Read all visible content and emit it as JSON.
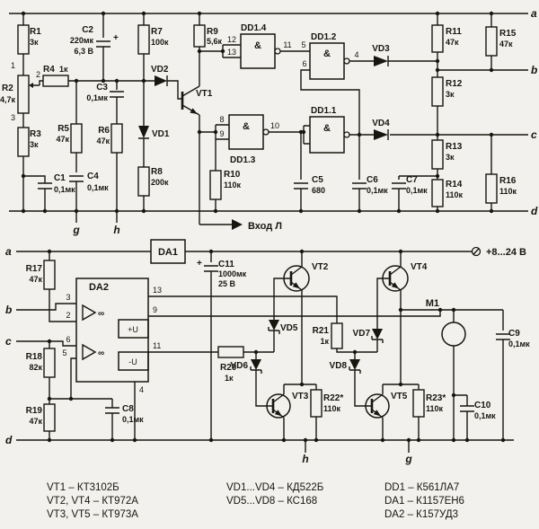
{
  "net_labels": {
    "a": "a",
    "b": "b",
    "c": "c",
    "d": "d",
    "g": "g",
    "h": "h"
  },
  "power_supply": "+8...24 В",
  "input_label": "Вход Л",
  "pin_numbers": {
    "n1": "1",
    "n2": "2",
    "n3": "3",
    "p4": "4",
    "p5": "5",
    "p6": "6",
    "p8": "8",
    "p9": "9",
    "p10": "10",
    "p11": "11",
    "p12": "12",
    "p13": "13"
  },
  "symbols": {
    "and_gate": "&",
    "opamp_gain": "∞",
    "plus": "+",
    "plus_u": "+U",
    "minus_u": "-U"
  },
  "comp": {
    "R1": {
      "ref": "R1",
      "val": "3к"
    },
    "R2": {
      "ref": "R2",
      "val": "4,7к"
    },
    "R3": {
      "ref": "R3",
      "val": "3к"
    },
    "R4": {
      "ref": "R4",
      "val": "1к"
    },
    "R5": {
      "ref": "R5",
      "val": "47к"
    },
    "R6": {
      "ref": "R6",
      "val": "47к"
    },
    "R7": {
      "ref": "R7",
      "val": "100к"
    },
    "R8": {
      "ref": "R8",
      "val": "200к"
    },
    "R9": {
      "ref": "R9",
      "val": "5,6к"
    },
    "R10": {
      "ref": "R10",
      "val": "110к"
    },
    "R11": {
      "ref": "R11",
      "val": "47к"
    },
    "R12": {
      "ref": "R12",
      "val": "3к"
    },
    "R13": {
      "ref": "R13",
      "val": "3к"
    },
    "R14": {
      "ref": "R14",
      "val": "110к"
    },
    "R15": {
      "ref": "R15",
      "val": "47к"
    },
    "R16": {
      "ref": "R16",
      "val": "110к"
    },
    "R17": {
      "ref": "R17",
      "val": "47к"
    },
    "R18": {
      "ref": "R18",
      "val": "82к"
    },
    "R19": {
      "ref": "R19",
      "val": "47к"
    },
    "R20": {
      "ref": "R20",
      "val": "1к"
    },
    "R21": {
      "ref": "R21",
      "val": "1к"
    },
    "R22": {
      "ref": "R22*",
      "val": "110к"
    },
    "R23": {
      "ref": "R23*",
      "val": "110к"
    },
    "C1": {
      "ref": "С1",
      "val": "0,1мк"
    },
    "C2": {
      "ref": "С2",
      "val": "220мк",
      "val2": "6,3 В"
    },
    "C3": {
      "ref": "С3",
      "val": "0,1мк"
    },
    "C4": {
      "ref": "С4",
      "val": "0,1мк"
    },
    "C5": {
      "ref": "С5",
      "val": "680"
    },
    "C6": {
      "ref": "С6",
      "val": "0,1мк"
    },
    "C7": {
      "ref": "С7",
      "val": "0,1мк"
    },
    "C8": {
      "ref": "С8",
      "val": "0,1мк"
    },
    "C9": {
      "ref": "С9",
      "val": "0,1мк"
    },
    "C10": {
      "ref": "С10",
      "val": "0,1мк"
    },
    "C11": {
      "ref": "С11",
      "val": "1000мк",
      "val2": "25 В"
    },
    "VD1": {
      "ref": "VD1"
    },
    "VD2": {
      "ref": "VD2"
    },
    "VD3": {
      "ref": "VD3"
    },
    "VD4": {
      "ref": "VD4"
    },
    "VD5": {
      "ref": "VD5"
    },
    "VD6": {
      "ref": "VD6"
    },
    "VD7": {
      "ref": "VD7"
    },
    "VD8": {
      "ref": "VD8"
    },
    "VT1": {
      "ref": "VT1"
    },
    "VT2": {
      "ref": "VT2"
    },
    "VT3": {
      "ref": "VT3"
    },
    "VT4": {
      "ref": "VT4"
    },
    "VT5": {
      "ref": "VT5"
    },
    "DD11": {
      "ref": "DD1.1"
    },
    "DD12": {
      "ref": "DD1.2"
    },
    "DD13": {
      "ref": "DD1.3"
    },
    "DD14": {
      "ref": "DD1.4"
    },
    "DA1": {
      "ref": "DA1"
    },
    "DA2": {
      "ref": "DA2"
    },
    "M1": {
      "ref": "M1"
    }
  },
  "legend": {
    "col1": [
      "VT1 – КТ3102Б",
      "VT2, VT4 – КТ972А",
      "VT3, VT5 – КТ973А"
    ],
    "col2": [
      "VD1...VD4 – КД522Б",
      "VD5...VD8 – КС168"
    ],
    "col3": [
      "DD1 – К561ЛА7",
      "DA1 – К1157ЕН6",
      "DA2 – К157УД3"
    ]
  }
}
